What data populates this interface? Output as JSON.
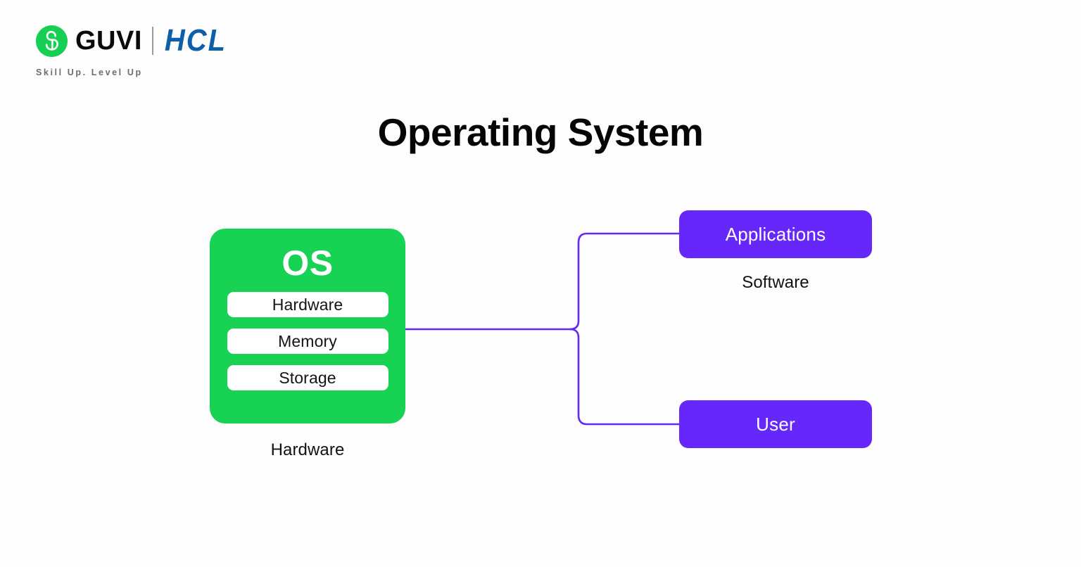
{
  "brand": {
    "logo_icon": "guvi-circle-g-icon",
    "name": "GUVI",
    "partner": "HCL",
    "tagline": "Skill Up. Level Up",
    "green": "#17cf52",
    "blue": "#0d5fa9"
  },
  "slide": {
    "title": "Operating System",
    "background": "#fdfdfd"
  },
  "diagram": {
    "type": "tree",
    "accent_line": "#6627fb",
    "os_node": {
      "title": "OS",
      "color": "#18d254",
      "items": [
        {
          "label": "Hardware"
        },
        {
          "label": "Memory"
        },
        {
          "label": "Storage"
        }
      ],
      "caption": "Hardware"
    },
    "branches": [
      {
        "label": "Applications",
        "caption": "Software",
        "color": "#6627fb"
      },
      {
        "label": "User",
        "caption": "",
        "color": "#6627fb"
      }
    ]
  }
}
